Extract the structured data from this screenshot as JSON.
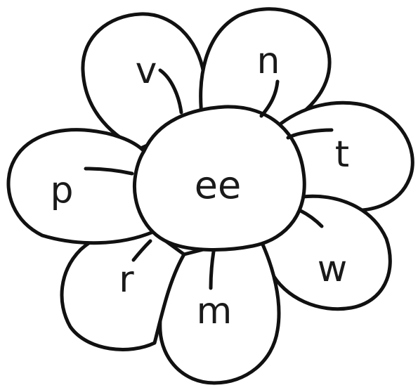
{
  "center": {
    "text": "ee"
  },
  "petals": [
    {
      "id": "v",
      "letter": "v"
    },
    {
      "id": "n",
      "letter": "n"
    },
    {
      "id": "t",
      "letter": "t"
    },
    {
      "id": "w",
      "letter": "w"
    },
    {
      "id": "m",
      "letter": "m"
    },
    {
      "id": "r",
      "letter": "r"
    },
    {
      "id": "p",
      "letter": "p"
    }
  ],
  "colors": {
    "outline": "#111111",
    "fill": "#ffffff",
    "text": "#1a1a1a"
  }
}
